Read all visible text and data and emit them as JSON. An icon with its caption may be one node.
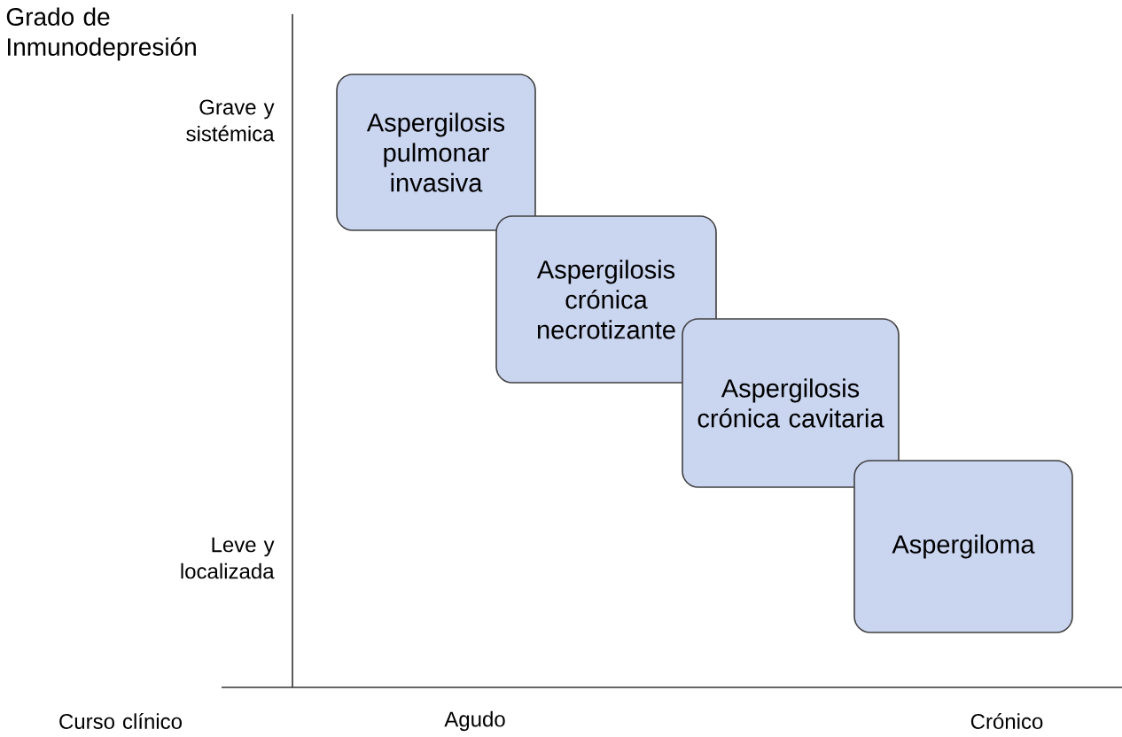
{
  "diagram": {
    "nodes": [
      {
        "text": [
          "Aspergilosis pulmonar invasiva"
        ]
      },
      {
        "text": [
          "Aspergilosis crónica necrotizante"
        ]
      },
      {
        "text": [
          "Aspergilosis crónica cavitaria"
        ]
      },
      {
        "text": [
          "Aspergiloma"
        ]
      }
    ],
    "labels": [
      "Grado de Inmunodepresión",
      "Grave y sistémica",
      "Leve y localizada",
      "Curso clínico",
      "Agudo",
      "Crónico"
    ]
  }
}
